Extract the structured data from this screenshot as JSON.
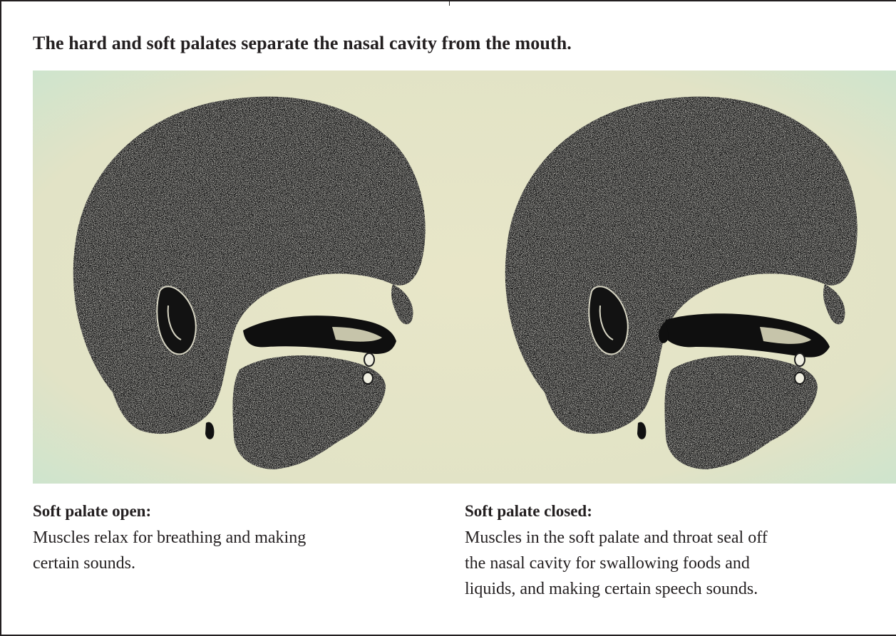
{
  "heading": "The hard and soft palates separate the nasal cavity from the mouth.",
  "figure": {
    "illustration": "head-cross-section",
    "colors": {
      "background": "#e6e4c6",
      "background_tint": "#cfe6cf",
      "ink": "#1c1c1c",
      "stipple": "#d8d6c4"
    }
  },
  "captions": [
    {
      "title": "Soft palate open:",
      "lines": [
        "Muscles relax for breathing and making",
        "certain sounds."
      ]
    },
    {
      "title": "Soft palate closed:",
      "lines": [
        "Muscles in the soft palate and throat seal off",
        "the nasal cavity for swallowing foods and",
        "liquids, and making certain speech sounds."
      ]
    }
  ]
}
